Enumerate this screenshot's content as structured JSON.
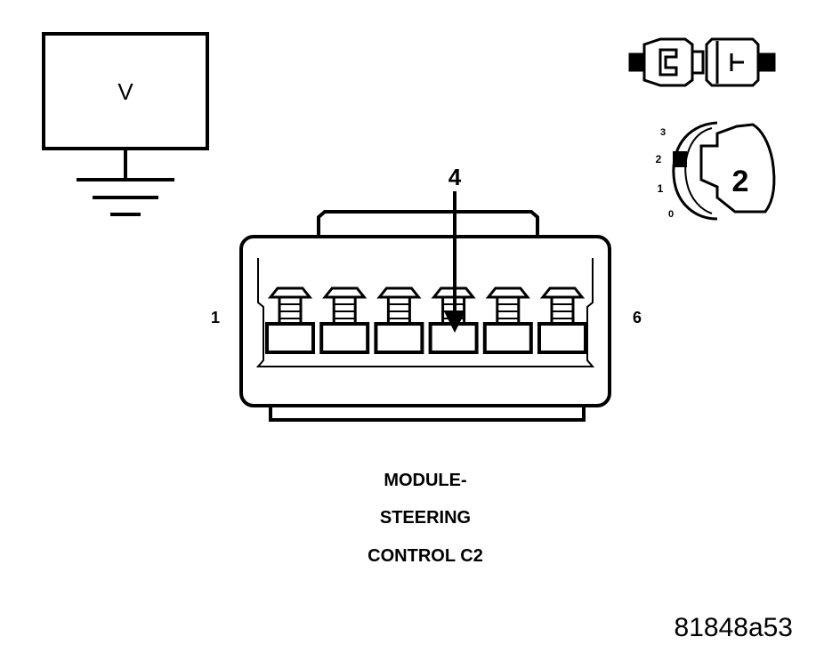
{
  "voltmeter": {
    "symbol": "V",
    "icon": "voltmeter-icon"
  },
  "connector": {
    "pin_first": "1",
    "pin_last": "6",
    "pin_count": 6,
    "measured_pin": "4"
  },
  "ignition": {
    "scale": [
      "3",
      "2",
      "1",
      "0"
    ],
    "position": "2"
  },
  "caption": {
    "line1": "MODULE-",
    "line2": "STEERING",
    "line3": "CONTROL C2"
  },
  "figure_id": "81848a53",
  "colors": {
    "ink": "#000000",
    "paper": "#ffffff"
  }
}
